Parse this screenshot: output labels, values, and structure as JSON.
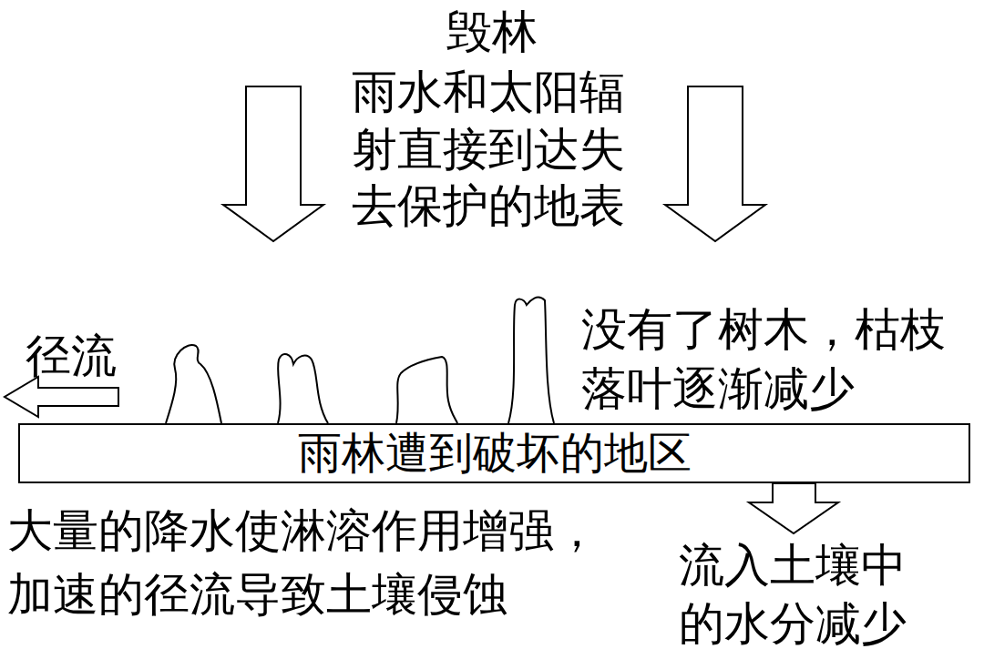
{
  "diagram": {
    "title": "毁林",
    "nodes": [
      {
        "text": [
          "雨林遭到破坏的地区"
        ]
      }
    ],
    "labels": [
      "雨水和太阳辐射直接到达失去保护的地表",
      "径流",
      "没有了树木，枯枝落叶逐渐减少",
      "大量的降水使淋溶作用增强，加速的径流导致土壤侵蚀",
      "流入土壤中的水分减少"
    ]
  }
}
